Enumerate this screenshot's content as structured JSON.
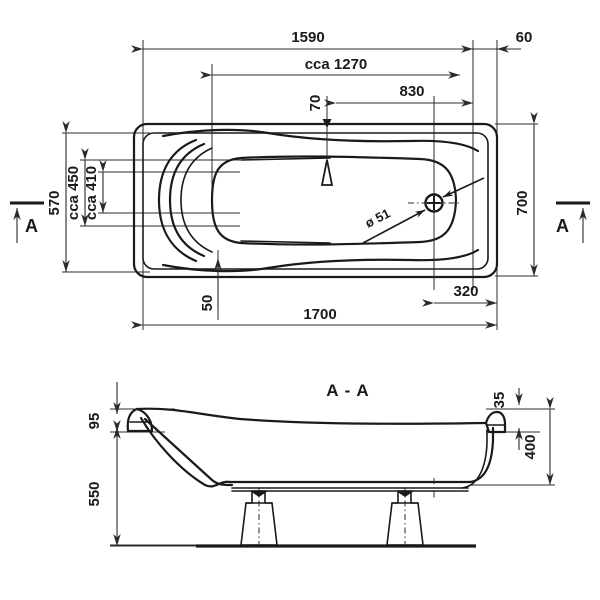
{
  "document": {
    "type": "technical-drawing",
    "subject": "bathtub",
    "units": "mm",
    "line_color": "#1a1a1a",
    "background_color": "#ffffff"
  },
  "plan_view": {
    "name": "plan-view",
    "dimensions": {
      "overall_length": "1700",
      "inner_top_length": "1590",
      "bowl_length_approx": "cca 1270",
      "drain_from_right": "830",
      "overflow_offset": "70",
      "right_flange": "60",
      "drain_from_end": "320",
      "foot_offset": "50",
      "overall_width": "700",
      "inner_width": "570",
      "bowl_width_approx": "cca 450",
      "bowl_base_width_approx": "cca 410"
    },
    "annotations": {
      "drain_diameter": "ø 51"
    },
    "section_marks": {
      "left": "A",
      "right": "A"
    }
  },
  "section_view": {
    "name": "section-a-a",
    "title": "A - A",
    "dimensions": {
      "rim_lip_height": "95",
      "total_height": "550",
      "inner_depth": "400",
      "rim_thickness": "35"
    }
  }
}
